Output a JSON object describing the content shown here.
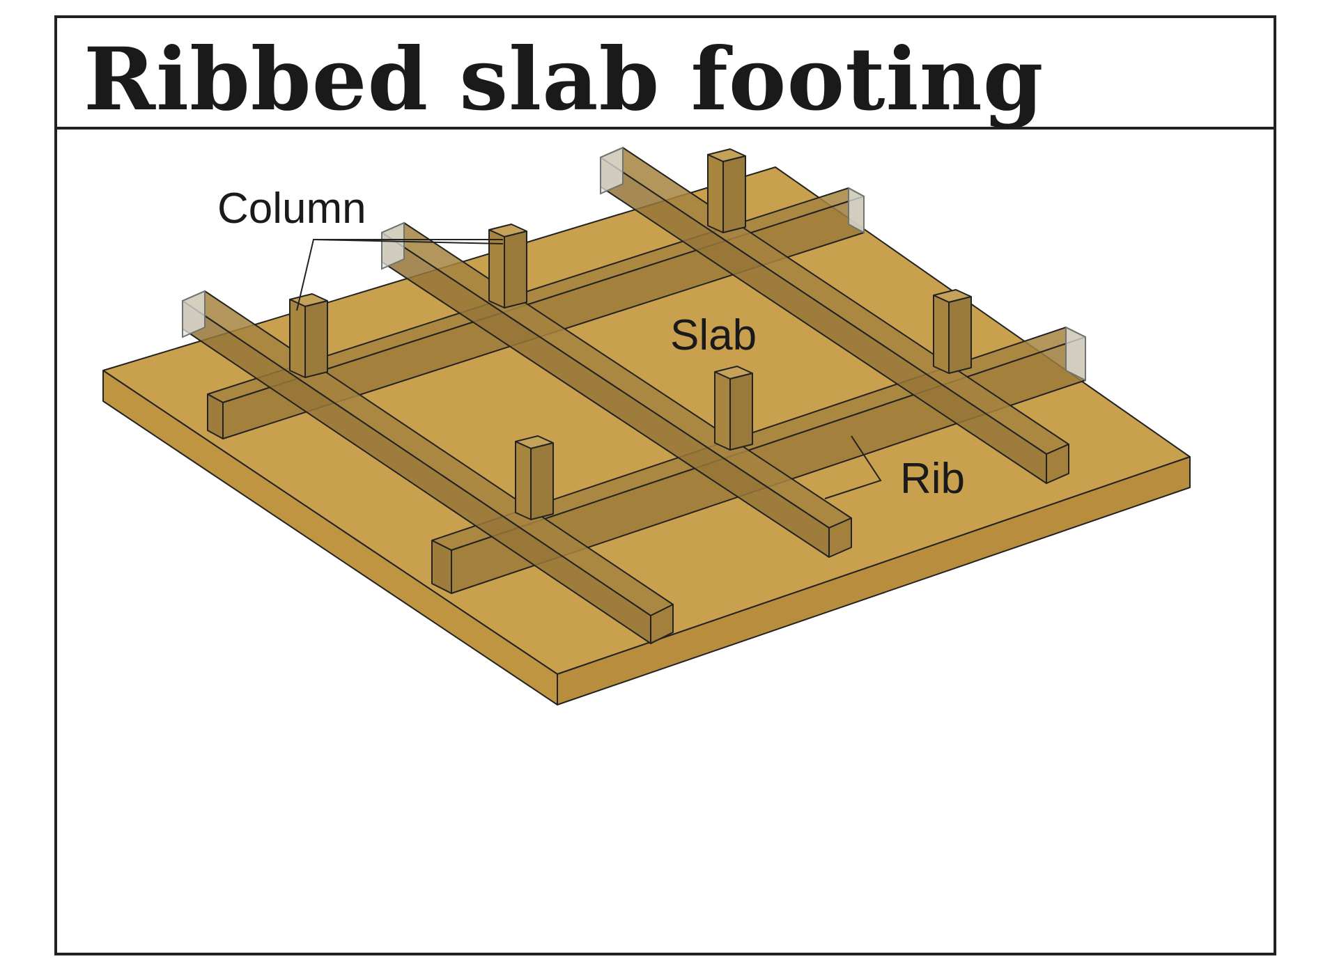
{
  "title": "Ribbed slab footing",
  "labels": {
    "column": "Column",
    "slab": "Slab",
    "rib": "Rib"
  },
  "colors": {
    "slab_top": "#c9a04e",
    "slab_side": "#c09542",
    "rib_top": "#a68440",
    "rib_side": "#967638",
    "column": "#a8853f",
    "column_glass": "#dfe2e0",
    "outline": "#222222"
  }
}
